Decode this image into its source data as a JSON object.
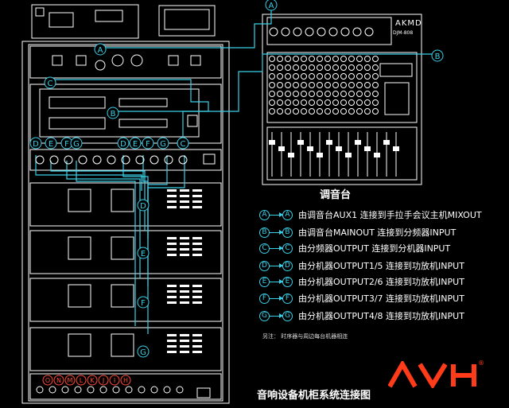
{
  "mixer": {
    "title": "调音台",
    "brand": "AKMD",
    "model": "DJM-808"
  },
  "markers": {
    "mixer_out": [
      "A",
      "B"
    ],
    "rack": [
      "A",
      "B",
      "C",
      "C",
      "D",
      "E",
      "F",
      "G",
      "D",
      "E",
      "F",
      "G",
      "C",
      "D",
      "E",
      "F",
      "G"
    ],
    "bottom_labels": [
      "O",
      "N",
      "M",
      "L",
      "K",
      "J",
      "I",
      "H"
    ]
  },
  "legend": [
    {
      "letter": "A",
      "text": "由调音台AUX1 连接到手拉手会议主机MIXOUT"
    },
    {
      "letter": "B",
      "text": "由调音台MAINOUT 连接到分频器INPUT"
    },
    {
      "letter": "C",
      "text": "由分频器OUTPUT 连接到分机器INPUT"
    },
    {
      "letter": "D",
      "text": "由分机器OUTPUT1/5 连接到功放机INPUT"
    },
    {
      "letter": "E",
      "text": "由分机器OUTPUT2/6 连接到功放机INPUT"
    },
    {
      "letter": "F",
      "text": "由分机器OUTPUT3/7 连接到功放机INPUT"
    },
    {
      "letter": "G",
      "text": "由分机器OUTPUT4/8 连接到功放机INPUT"
    }
  ],
  "note": "另注：  时序器与周边每台机器相连",
  "caption": "音响设备机柜系统连接图",
  "logo": {
    "text": "AVH",
    "registered": "®",
    "color": "#ff3b1a"
  },
  "colors": {
    "wire": "#3ad0e8",
    "line": "#ffffff",
    "background": "#000000"
  }
}
